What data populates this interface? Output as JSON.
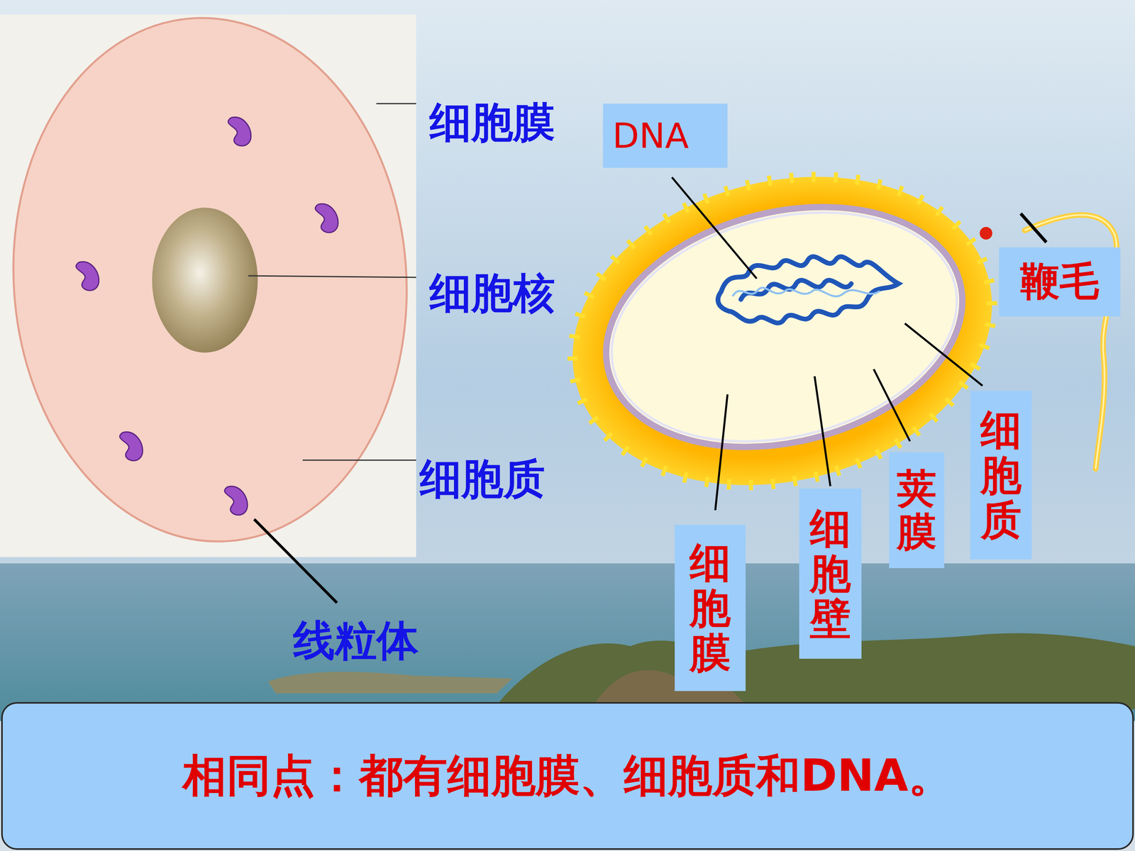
{
  "diagram": {
    "nodes": [
      {
        "text": [
          "DNA"
        ]
      },
      {
        "text": [
          "鞭毛"
        ]
      },
      {
        "text": [
          "细胞质"
        ]
      },
      {
        "text": [
          "荚膜"
        ]
      },
      {
        "text": [
          "细胞壁"
        ]
      },
      {
        "text": [
          "细胞膜"
        ]
      },
      {
        "text": [
          "相同点：都有细胞膜、细胞质和DNA。"
        ]
      }
    ],
    "labels": [
      "细胞膜",
      "细胞核",
      "细胞质",
      "线粒体"
    ]
  }
}
